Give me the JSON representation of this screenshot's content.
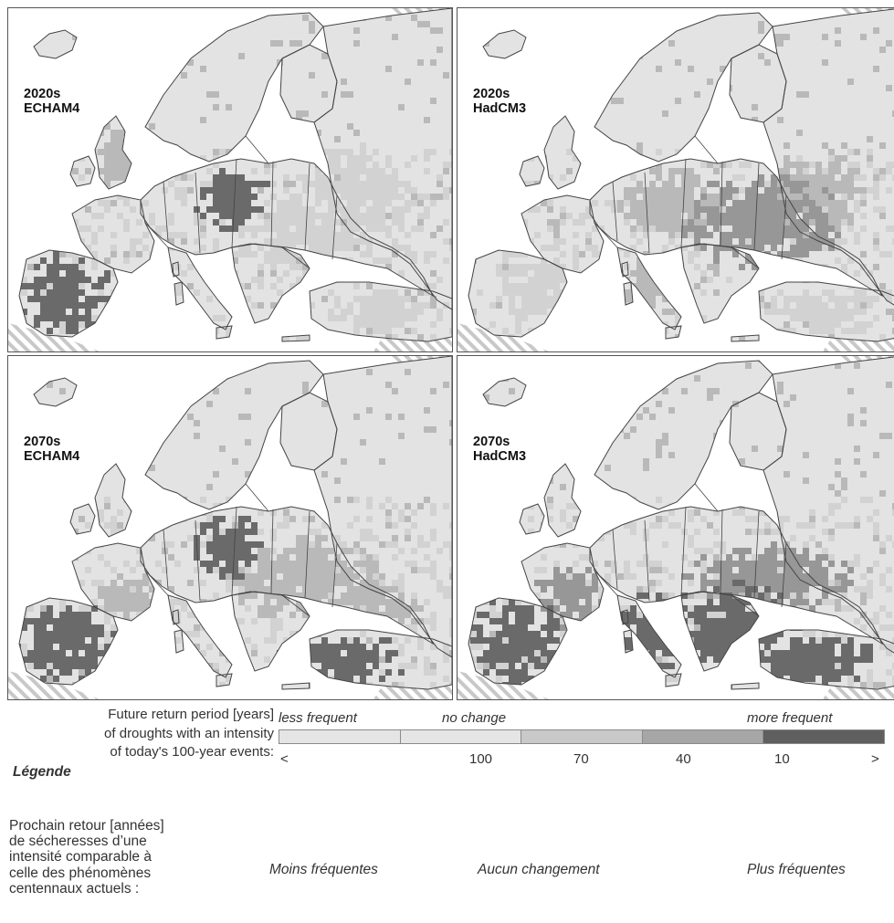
{
  "panels": [
    {
      "period": "2020s",
      "model": "ECHAM4"
    },
    {
      "period": "2020s",
      "model": "HadCM3"
    },
    {
      "period": "2070s",
      "model": "ECHAM4"
    },
    {
      "period": "2070s",
      "model": "HadCM3"
    }
  ],
  "legend": {
    "caption_lines": [
      "Future return period [years]",
      "of droughts with an intensity",
      "of today's 100-year events:"
    ],
    "less_frequent": "less frequent",
    "no_change": "no change",
    "more_frequent": "more frequent",
    "classes": [
      {
        "color": "#e5e5e5"
      },
      {
        "color": "#e5e5e5"
      },
      {
        "color": "#c9c9c9"
      },
      {
        "color": "#a6a6a6"
      },
      {
        "color": "#5f5f5f"
      }
    ],
    "ticks": [
      "<",
      "100",
      "70",
      "40",
      "10",
      ">"
    ]
  },
  "french": {
    "title": "Légende",
    "caption_lines": [
      "Prochain retour [années]",
      "de sécheresses d’une",
      "intensité comparable à",
      "celle des phénomènes",
      "centennaux actuels :"
    ],
    "less_frequent": "Moins fréquentes",
    "no_change": "Aucun changement",
    "more_frequent": "Plus fréquentes"
  },
  "colors": {
    "land_base": "#e3e3e3",
    "hatch": "#c8c8c8",
    "border": "#444444",
    "sea": "#ffffff"
  }
}
